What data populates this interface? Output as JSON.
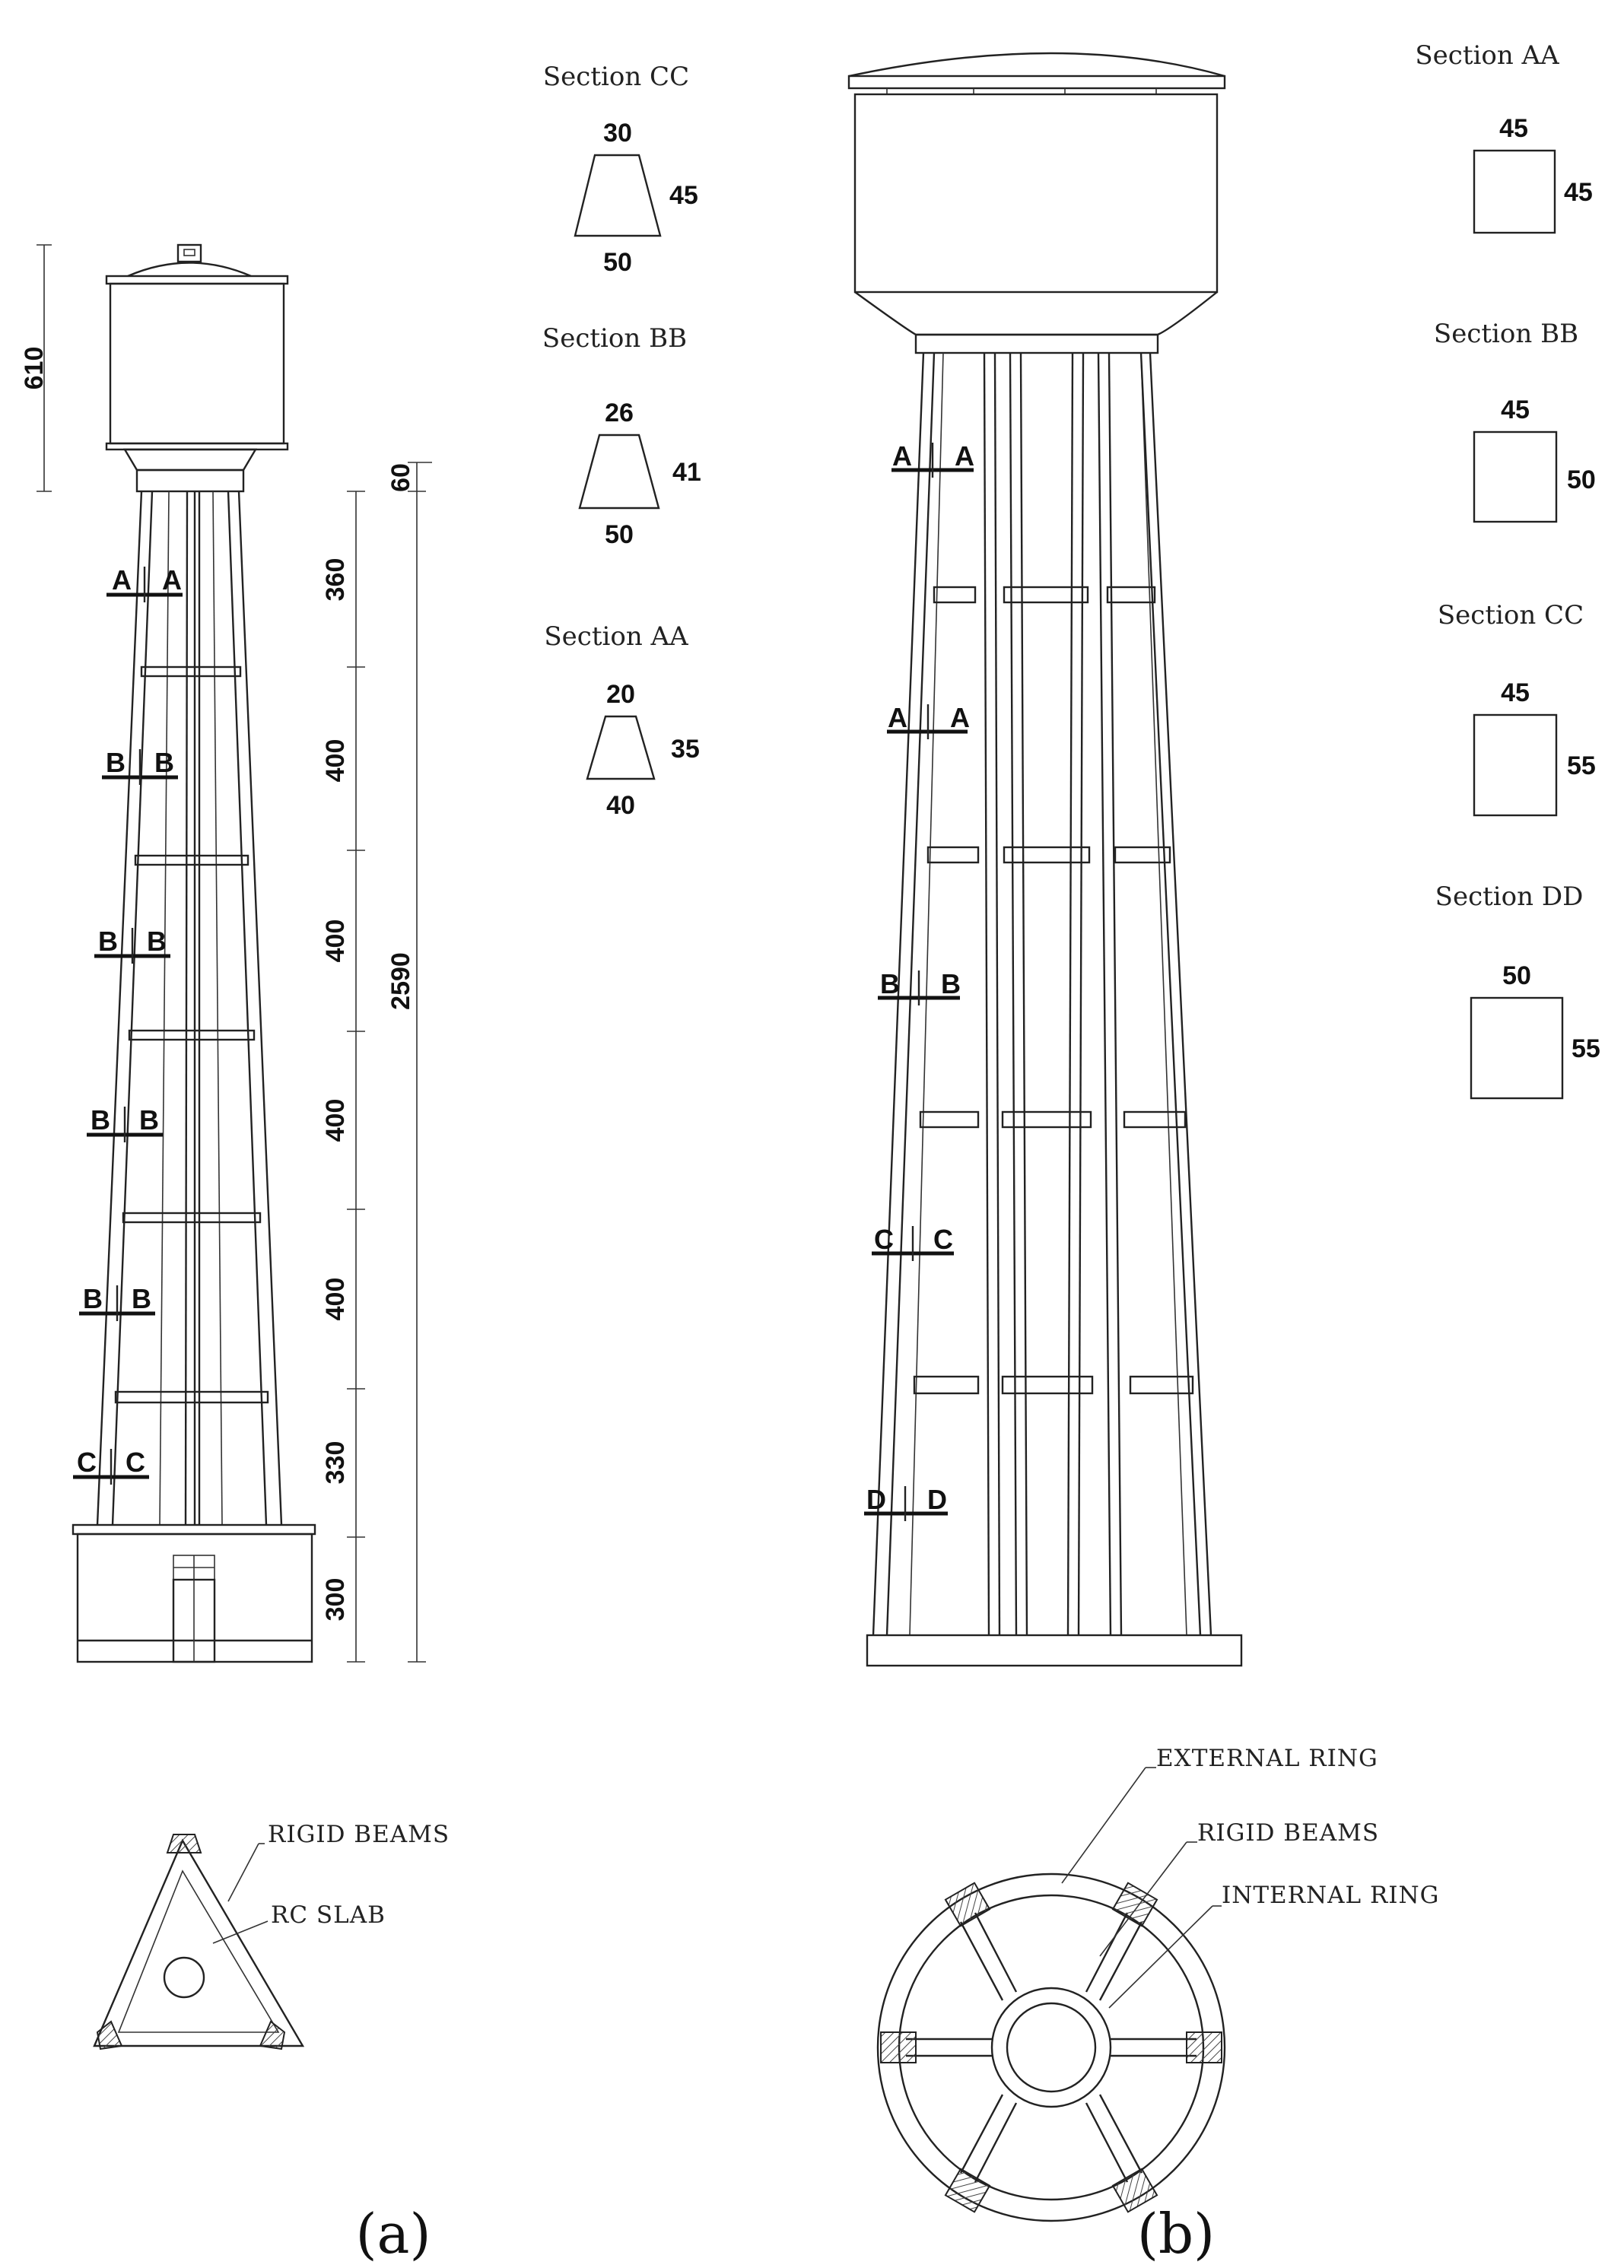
{
  "panel_a": {
    "caption": "(a)",
    "sections": [
      {
        "title": "Section CC",
        "top": "30",
        "side": "45",
        "bottom": "50"
      },
      {
        "title": "Section BB",
        "top": "26",
        "side": "41",
        "bottom": "50"
      },
      {
        "title": "Section AA",
        "top": "20",
        "side": "35",
        "bottom": "40"
      }
    ],
    "tank_height": "610",
    "total_height": "2590",
    "top_gap": "60",
    "levels": [
      "360",
      "400",
      "400",
      "400",
      "400",
      "330",
      "300"
    ],
    "cut_labels": [
      "A",
      "B",
      "B",
      "B",
      "B",
      "C"
    ],
    "plan_labels": {
      "beams": "RIGID BEAMS",
      "slab": "RC  SLAB"
    }
  },
  "panel_b": {
    "caption": "(b)",
    "sections": [
      {
        "title": "Section AA",
        "top": "45",
        "side": "45"
      },
      {
        "title": "Section BB",
        "top": "45",
        "side": "50"
      },
      {
        "title": "Section CC",
        "top": "45",
        "side": "55"
      },
      {
        "title": "Section DD",
        "top": "50",
        "side": "55"
      }
    ],
    "cut_labels": [
      "A",
      "A",
      "B",
      "C",
      "D"
    ],
    "plan_labels": {
      "external": "EXTERNAL RING",
      "beams": "RIGID BEAMS",
      "internal": "INTERNAL RING"
    }
  }
}
